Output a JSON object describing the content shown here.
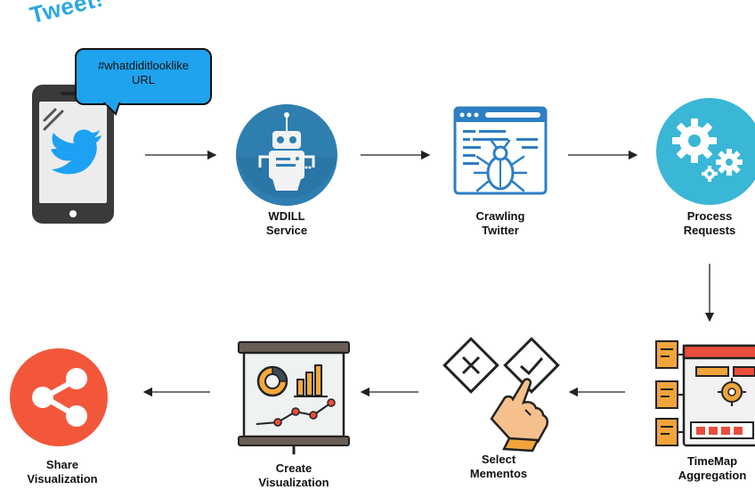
{
  "tweet": {
    "title": "Tweet!",
    "bubble_line1": "#whatdiditlooklike",
    "bubble_line2": "URL"
  },
  "steps": [
    {
      "line1": "WDILL",
      "line2": "Service",
      "icon": "robot-icon"
    },
    {
      "line1": "Crawling",
      "line2": "Twitter",
      "icon": "crawler-spider-icon"
    },
    {
      "line1": "Process",
      "line2": "Requests",
      "icon": "gears-icon"
    },
    {
      "line1": "TimeMap",
      "line2": "Aggregation",
      "icon": "aggregation-icon"
    },
    {
      "line1": "Select",
      "line2": "Mementos",
      "icon": "select-mementos-icon"
    },
    {
      "line1": "Create",
      "line2": "Visualization",
      "icon": "chart-board-icon"
    },
    {
      "line1": "Share",
      "line2": "Visualization",
      "icon": "share-icon"
    }
  ],
  "colors": {
    "twitter_blue": "#1da1f2",
    "bubble": "#1fa3ee",
    "tweet_text": "#29a8e0",
    "robot_circle": "#2e7fb0",
    "gear_circle": "#3ab7d6",
    "share_circle": "#f2573a"
  }
}
